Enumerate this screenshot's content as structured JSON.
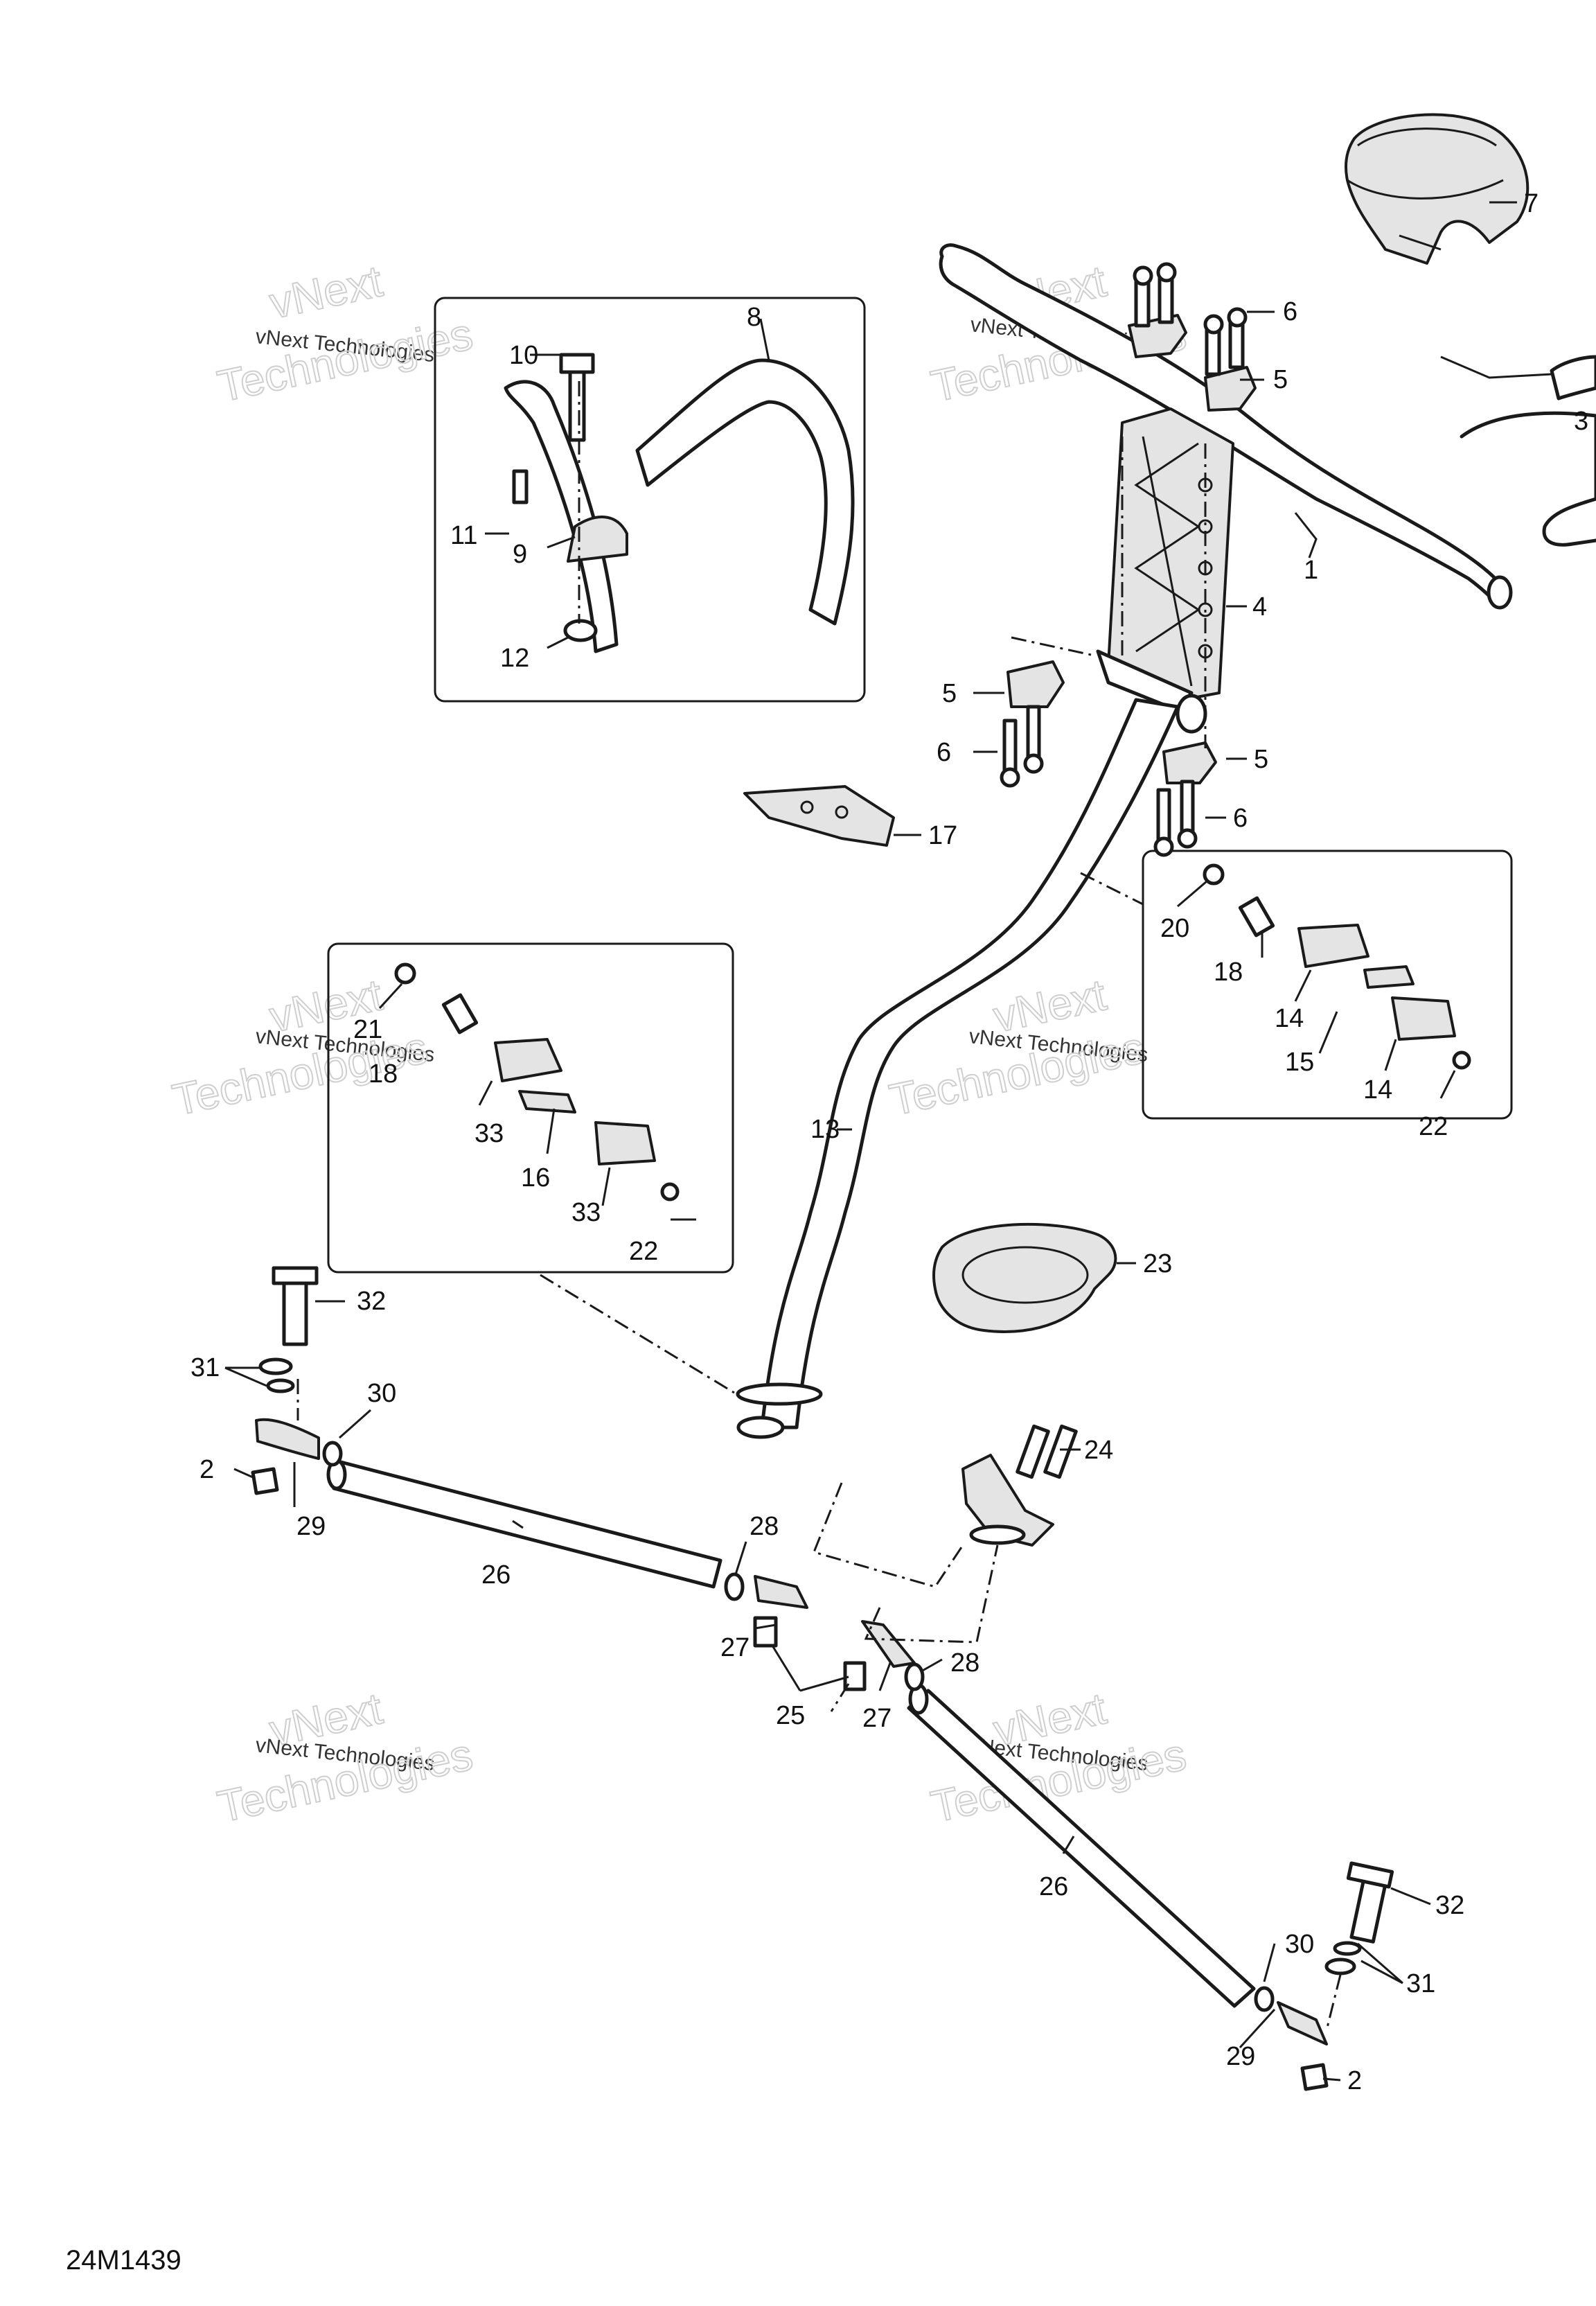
{
  "diagram_code": "24M1439",
  "watermark": {
    "line1": "vNext",
    "line2": "vNext Technologies",
    "line3": "Technologies"
  },
  "callouts": {
    "c1": "1",
    "c2a": "2",
    "c2b": "2",
    "c3": "3",
    "c4": "4",
    "c5a": "5",
    "c5b": "5",
    "c5c": "5",
    "c6a": "6",
    "c6b": "6",
    "c6c": "6",
    "c7": "7",
    "c8": "8",
    "c9": "9",
    "c10": "10",
    "c11": "11",
    "c12": "12",
    "c13": "13",
    "c14a": "14",
    "c14b": "14",
    "c15": "15",
    "c16": "16",
    "c17": "17",
    "c18a": "18",
    "c18b": "18",
    "c20": "20",
    "c21": "21",
    "c22a": "22",
    "c22b": "22",
    "c23": "23",
    "c24": "24",
    "c25": "25",
    "c26a": "26",
    "c26b": "26",
    "c27a": "27",
    "c27b": "27",
    "c28a": "28",
    "c28b": "28",
    "c29a": "29",
    "c29b": "29",
    "c30a": "30",
    "c30b": "30",
    "c31a": "31",
    "c31b": "31",
    "c32a": "32",
    "c32b": "32",
    "c33a": "33",
    "c33b": "33"
  },
  "colors": {
    "line": "#1a1a1a",
    "shade": "#e4e4e4",
    "watermark": "#cfcfcf"
  }
}
